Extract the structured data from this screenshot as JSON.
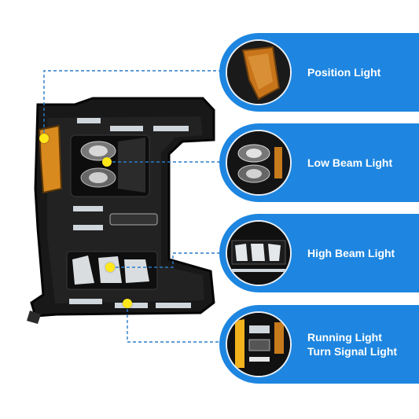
{
  "callouts": [
    {
      "label": "Position Light"
    },
    {
      "label": "Low Beam Light"
    },
    {
      "label": "High Beam Light"
    },
    {
      "label_line1": "Running Light",
      "label_line2": "Turn Signal Light"
    }
  ],
  "colors": {
    "pill": "#1e86e0",
    "connector": "#2a7cc9",
    "marker": "#ffe81a",
    "amber": "#d98a1e",
    "housing": "#151515"
  }
}
